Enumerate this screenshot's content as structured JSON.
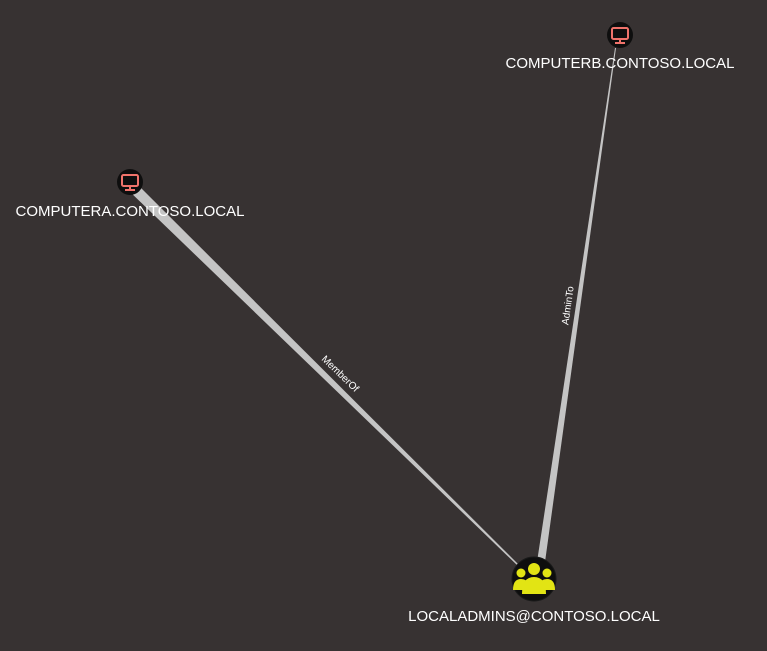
{
  "graph": {
    "nodes": [
      {
        "id": "computera",
        "label": "COMPUTERA.CONTOSO.LOCAL",
        "type": "computer",
        "icon": "desktop-icon",
        "icon_color": "#f0736b"
      },
      {
        "id": "computerb",
        "label": "COMPUTERB.CONTOSO.LOCAL",
        "type": "computer",
        "icon": "desktop-icon",
        "icon_color": "#f0736b"
      },
      {
        "id": "localadmins",
        "label": "LOCALADMINS@CONTOSO.LOCAL",
        "type": "group",
        "icon": "users-group-icon",
        "icon_color": "#e2e414"
      }
    ],
    "edges": [
      {
        "from": "localadmins",
        "to": "computera",
        "label": "MemberOf"
      },
      {
        "from": "localadmins",
        "to": "computerb",
        "label": "AdminTo"
      }
    ],
    "colors": {
      "background": "#373232",
      "edge": "#c4c4c4",
      "node_fill": "#0e0e0e",
      "label": "#ffffff"
    }
  }
}
